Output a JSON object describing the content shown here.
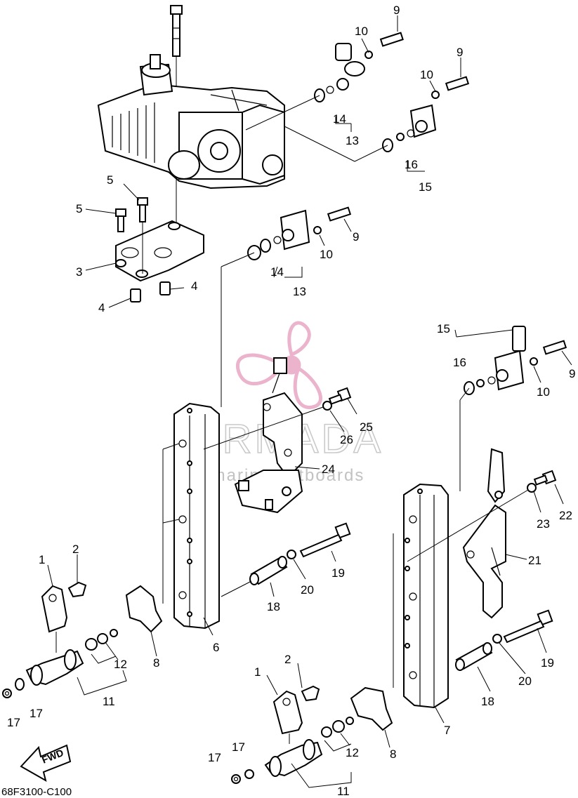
{
  "watermark": {
    "brand": "ARMADA",
    "tagline": "marine outboards",
    "logo_color": "#e8a6c4"
  },
  "diagram_code": "68F3100-C100",
  "direction_badge": "FWD",
  "callouts": [
    {
      "id": "c9a",
      "text": "9"
    },
    {
      "id": "c10a",
      "text": "10"
    },
    {
      "id": "c9b",
      "text": "9"
    },
    {
      "id": "c10b",
      "text": "10"
    },
    {
      "id": "c14a",
      "text": "14"
    },
    {
      "id": "c13a",
      "text": "13"
    },
    {
      "id": "c16a",
      "text": "16"
    },
    {
      "id": "c15a",
      "text": "15"
    },
    {
      "id": "c5a",
      "text": "5"
    },
    {
      "id": "c5b",
      "text": "5"
    },
    {
      "id": "c3",
      "text": "3"
    },
    {
      "id": "c4a",
      "text": "4"
    },
    {
      "id": "c4b",
      "text": "4"
    },
    {
      "id": "c9c",
      "text": "9"
    },
    {
      "id": "c10c",
      "text": "10"
    },
    {
      "id": "c14b",
      "text": "14"
    },
    {
      "id": "c13b",
      "text": "13"
    },
    {
      "id": "c15b",
      "text": "15"
    },
    {
      "id": "c16b",
      "text": "16"
    },
    {
      "id": "c9d",
      "text": "9"
    },
    {
      "id": "c10d",
      "text": "10"
    },
    {
      "id": "c25",
      "text": "25"
    },
    {
      "id": "c26",
      "text": "26"
    },
    {
      "id": "c24",
      "text": "24"
    },
    {
      "id": "c22",
      "text": "22"
    },
    {
      "id": "c23",
      "text": "23"
    },
    {
      "id": "c21",
      "text": "21"
    },
    {
      "id": "c19a",
      "text": "19"
    },
    {
      "id": "c20a",
      "text": "20"
    },
    {
      "id": "c18a",
      "text": "18"
    },
    {
      "id": "c1a",
      "text": "1"
    },
    {
      "id": "c2a",
      "text": "2"
    },
    {
      "id": "c12a",
      "text": "12"
    },
    {
      "id": "c8a",
      "text": "8"
    },
    {
      "id": "c6",
      "text": "6"
    },
    {
      "id": "c11a",
      "text": "11"
    },
    {
      "id": "c17a",
      "text": "17"
    },
    {
      "id": "c17b",
      "text": "17"
    },
    {
      "id": "c19b",
      "text": "19"
    },
    {
      "id": "c20b",
      "text": "20"
    },
    {
      "id": "c18b",
      "text": "18"
    },
    {
      "id": "c7",
      "text": "7"
    },
    {
      "id": "c1b",
      "text": "1"
    },
    {
      "id": "c2b",
      "text": "2"
    },
    {
      "id": "c8b",
      "text": "8"
    },
    {
      "id": "c12b",
      "text": "12"
    },
    {
      "id": "c17c",
      "text": "17"
    },
    {
      "id": "c17d",
      "text": "17"
    },
    {
      "id": "c11b",
      "text": "11"
    }
  ]
}
